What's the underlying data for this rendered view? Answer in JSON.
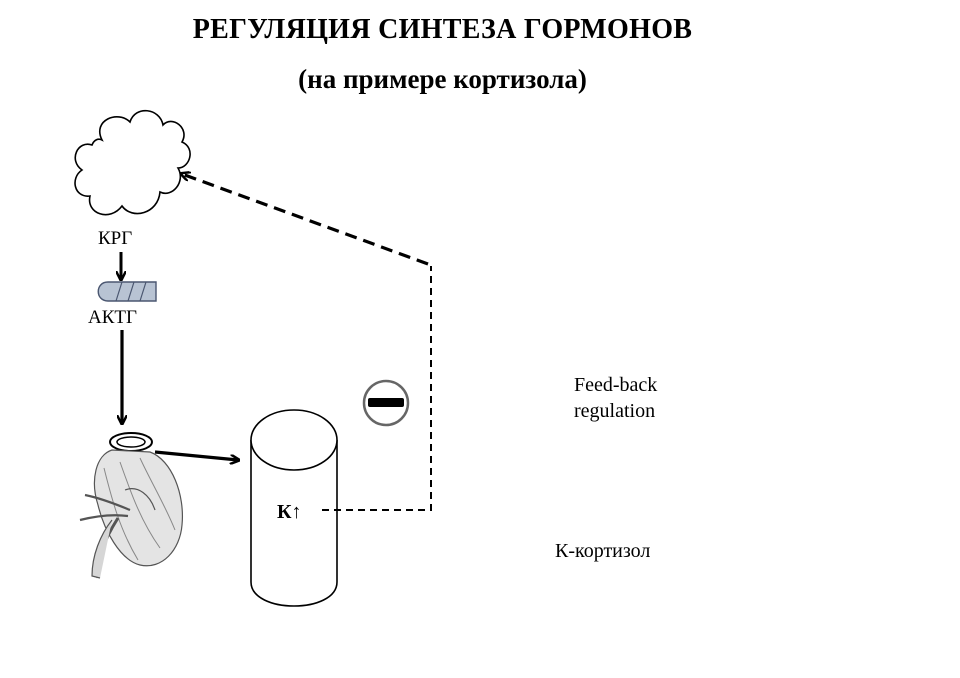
{
  "title": {
    "line1": "РЕГУЛЯЦИЯ  СИНТЕЗА ГОРМОНОВ",
    "line2": "(на примере кортизола)"
  },
  "labels": {
    "krg": "КРГ",
    "aktg": "АКТГ",
    "cortisol_symbol": "К↑",
    "feedback_line1": "Feed-back",
    "feedback_line2": "regulation",
    "legend": "К-кортизол"
  },
  "icons": {
    "hypothalamus": "cloud-icon",
    "pituitary": "pituitary-gland-icon",
    "adrenal_kidney": "kidney-adrenal-icon",
    "target_cell": "cylinder-icon",
    "inhibition": "minus-sign-icon"
  }
}
